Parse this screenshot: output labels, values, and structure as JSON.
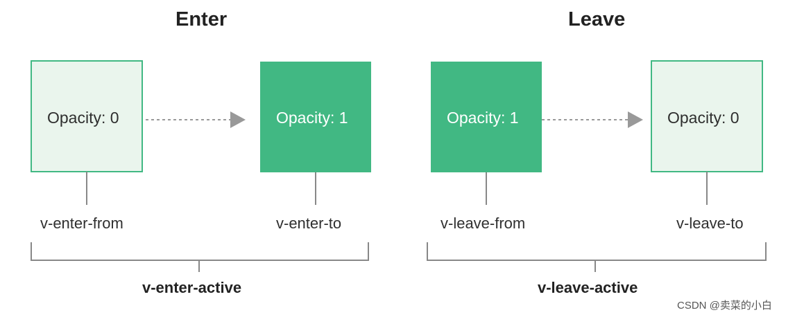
{
  "colors": {
    "light_fill": "#eaf5ed",
    "dark_fill": "#41b883",
    "stroke": "#41b883",
    "line": "#888888",
    "arrow": "#999999"
  },
  "enter": {
    "title": "Enter",
    "from_state": "Opacity: 0",
    "to_state": "Opacity: 1",
    "from_class": "v-enter-from",
    "to_class": "v-enter-to",
    "active_class": "v-enter-active"
  },
  "leave": {
    "title": "Leave",
    "from_state": "Opacity: 1",
    "to_state": "Opacity: 0",
    "from_class": "v-leave-from",
    "to_class": "v-leave-to",
    "active_class": "v-leave-active"
  },
  "watermark": "CSDN @卖菜的小白"
}
